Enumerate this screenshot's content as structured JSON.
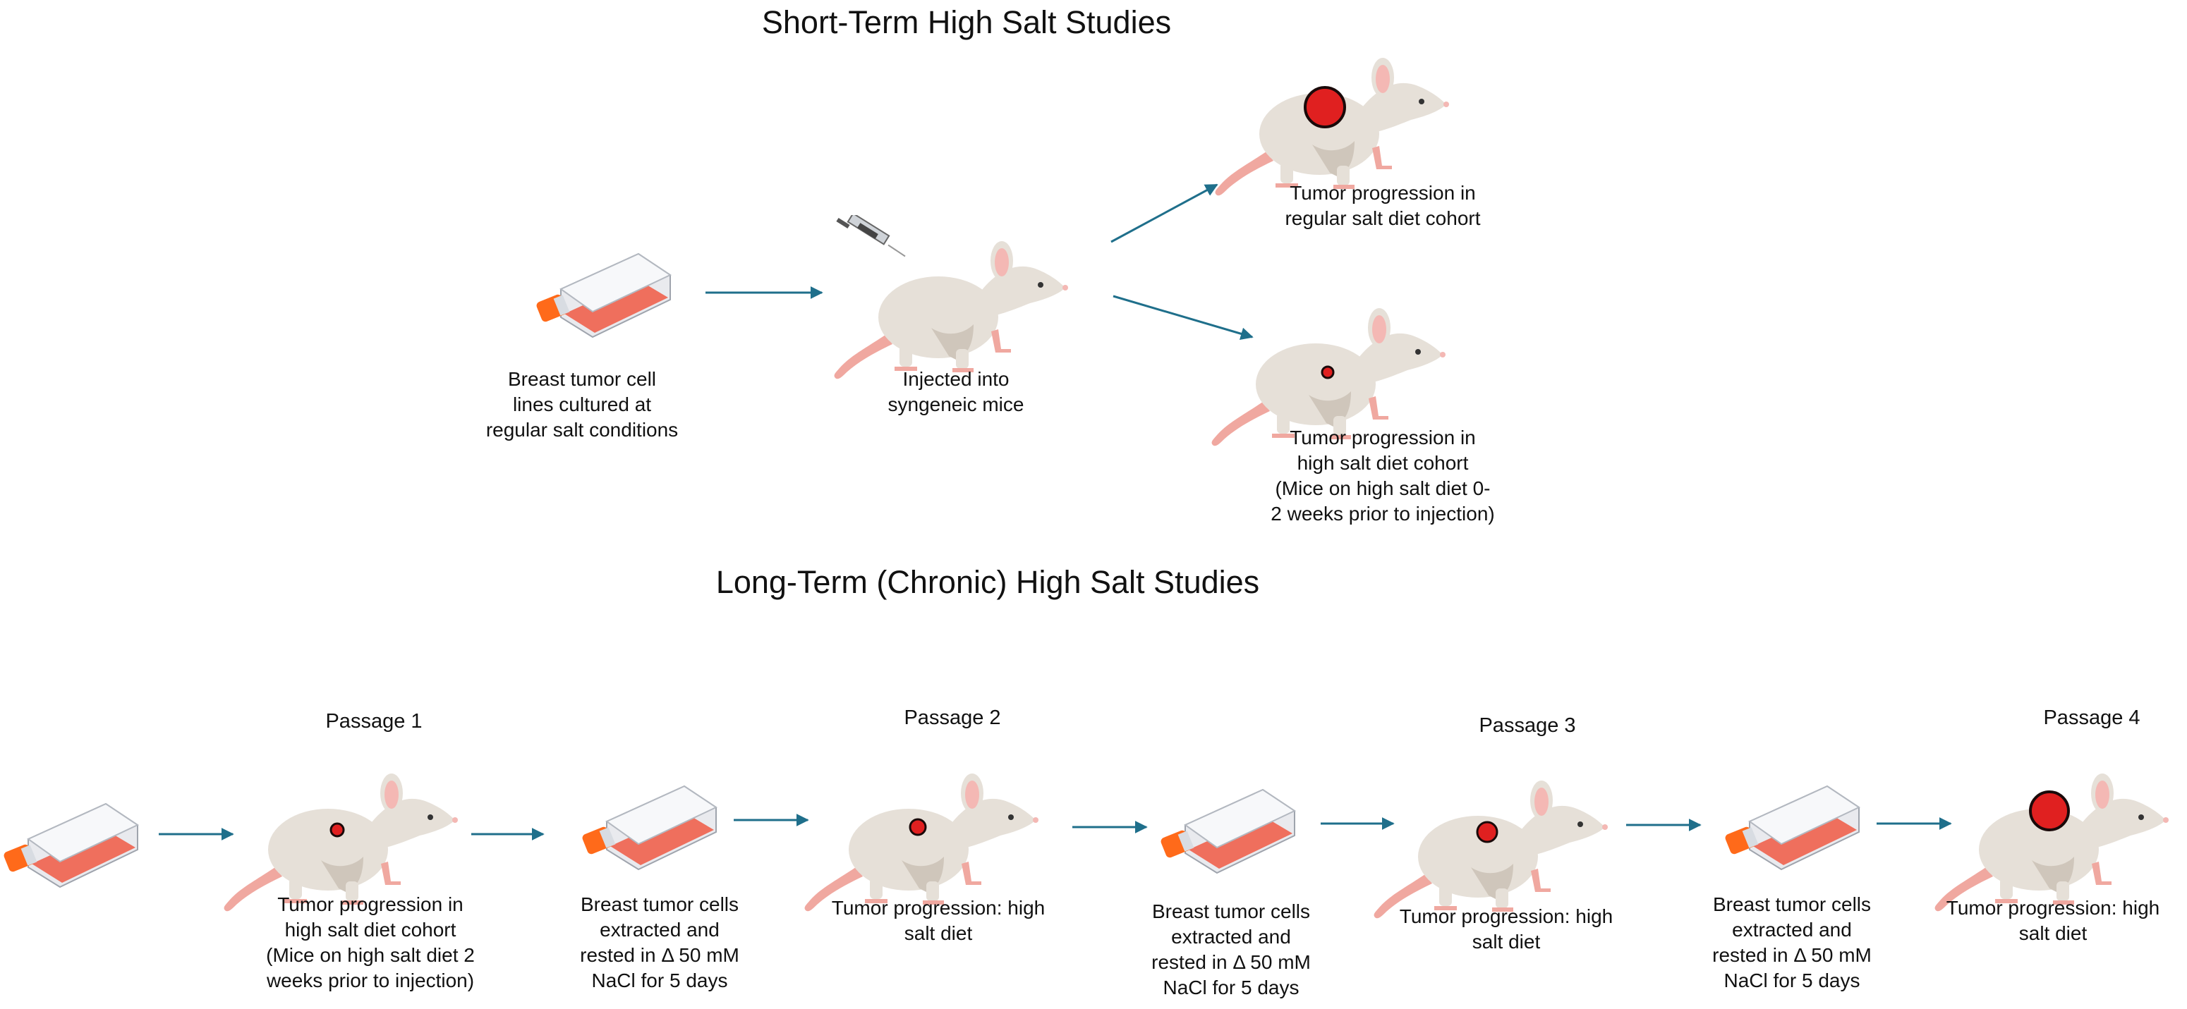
{
  "headings": {
    "short_term": "Short-Term High Salt Studies",
    "long_term": "Long-Term (Chronic) High Salt Studies"
  },
  "short_term": {
    "flask_caption": "Breast tumor cell\nlines cultured at\nregular salt conditions",
    "mouse_caption": "Injected into\nsyngeneic mice",
    "regular_caption": "Tumor progression in\nregular salt diet cohort",
    "high_caption": "Tumor progression in\nhigh salt diet cohort\n(Mice on high  salt diet 0-\n2 weeks prior to injection)"
  },
  "long_term": {
    "passages": [
      "Passage 1",
      "Passage 2",
      "Passage 3",
      "Passage 4"
    ],
    "passage1_caption": "Tumor progression in\nhigh salt diet cohort\n(Mice on high  salt diet 2\nweeks prior to injection)",
    "extract_caption": "Breast tumor cells\nextracted and\nrested in Δ 50 mM\nNaCl for 5 days",
    "progression_caption": "Tumor progression: high\nsalt diet"
  },
  "colors": {
    "arrow": "#1f6f8b",
    "mouse_body": "#e6e0d8",
    "mouse_shadow": "#cfc6bb",
    "mouse_ear": "#f4b8b4",
    "mouse_tail": "#f0a8a0",
    "tumor": "#e02020",
    "tumor_outline": "#1a0a0a",
    "flask_liquid": "#f0624d",
    "flask_cap": "#ff6a1a"
  }
}
